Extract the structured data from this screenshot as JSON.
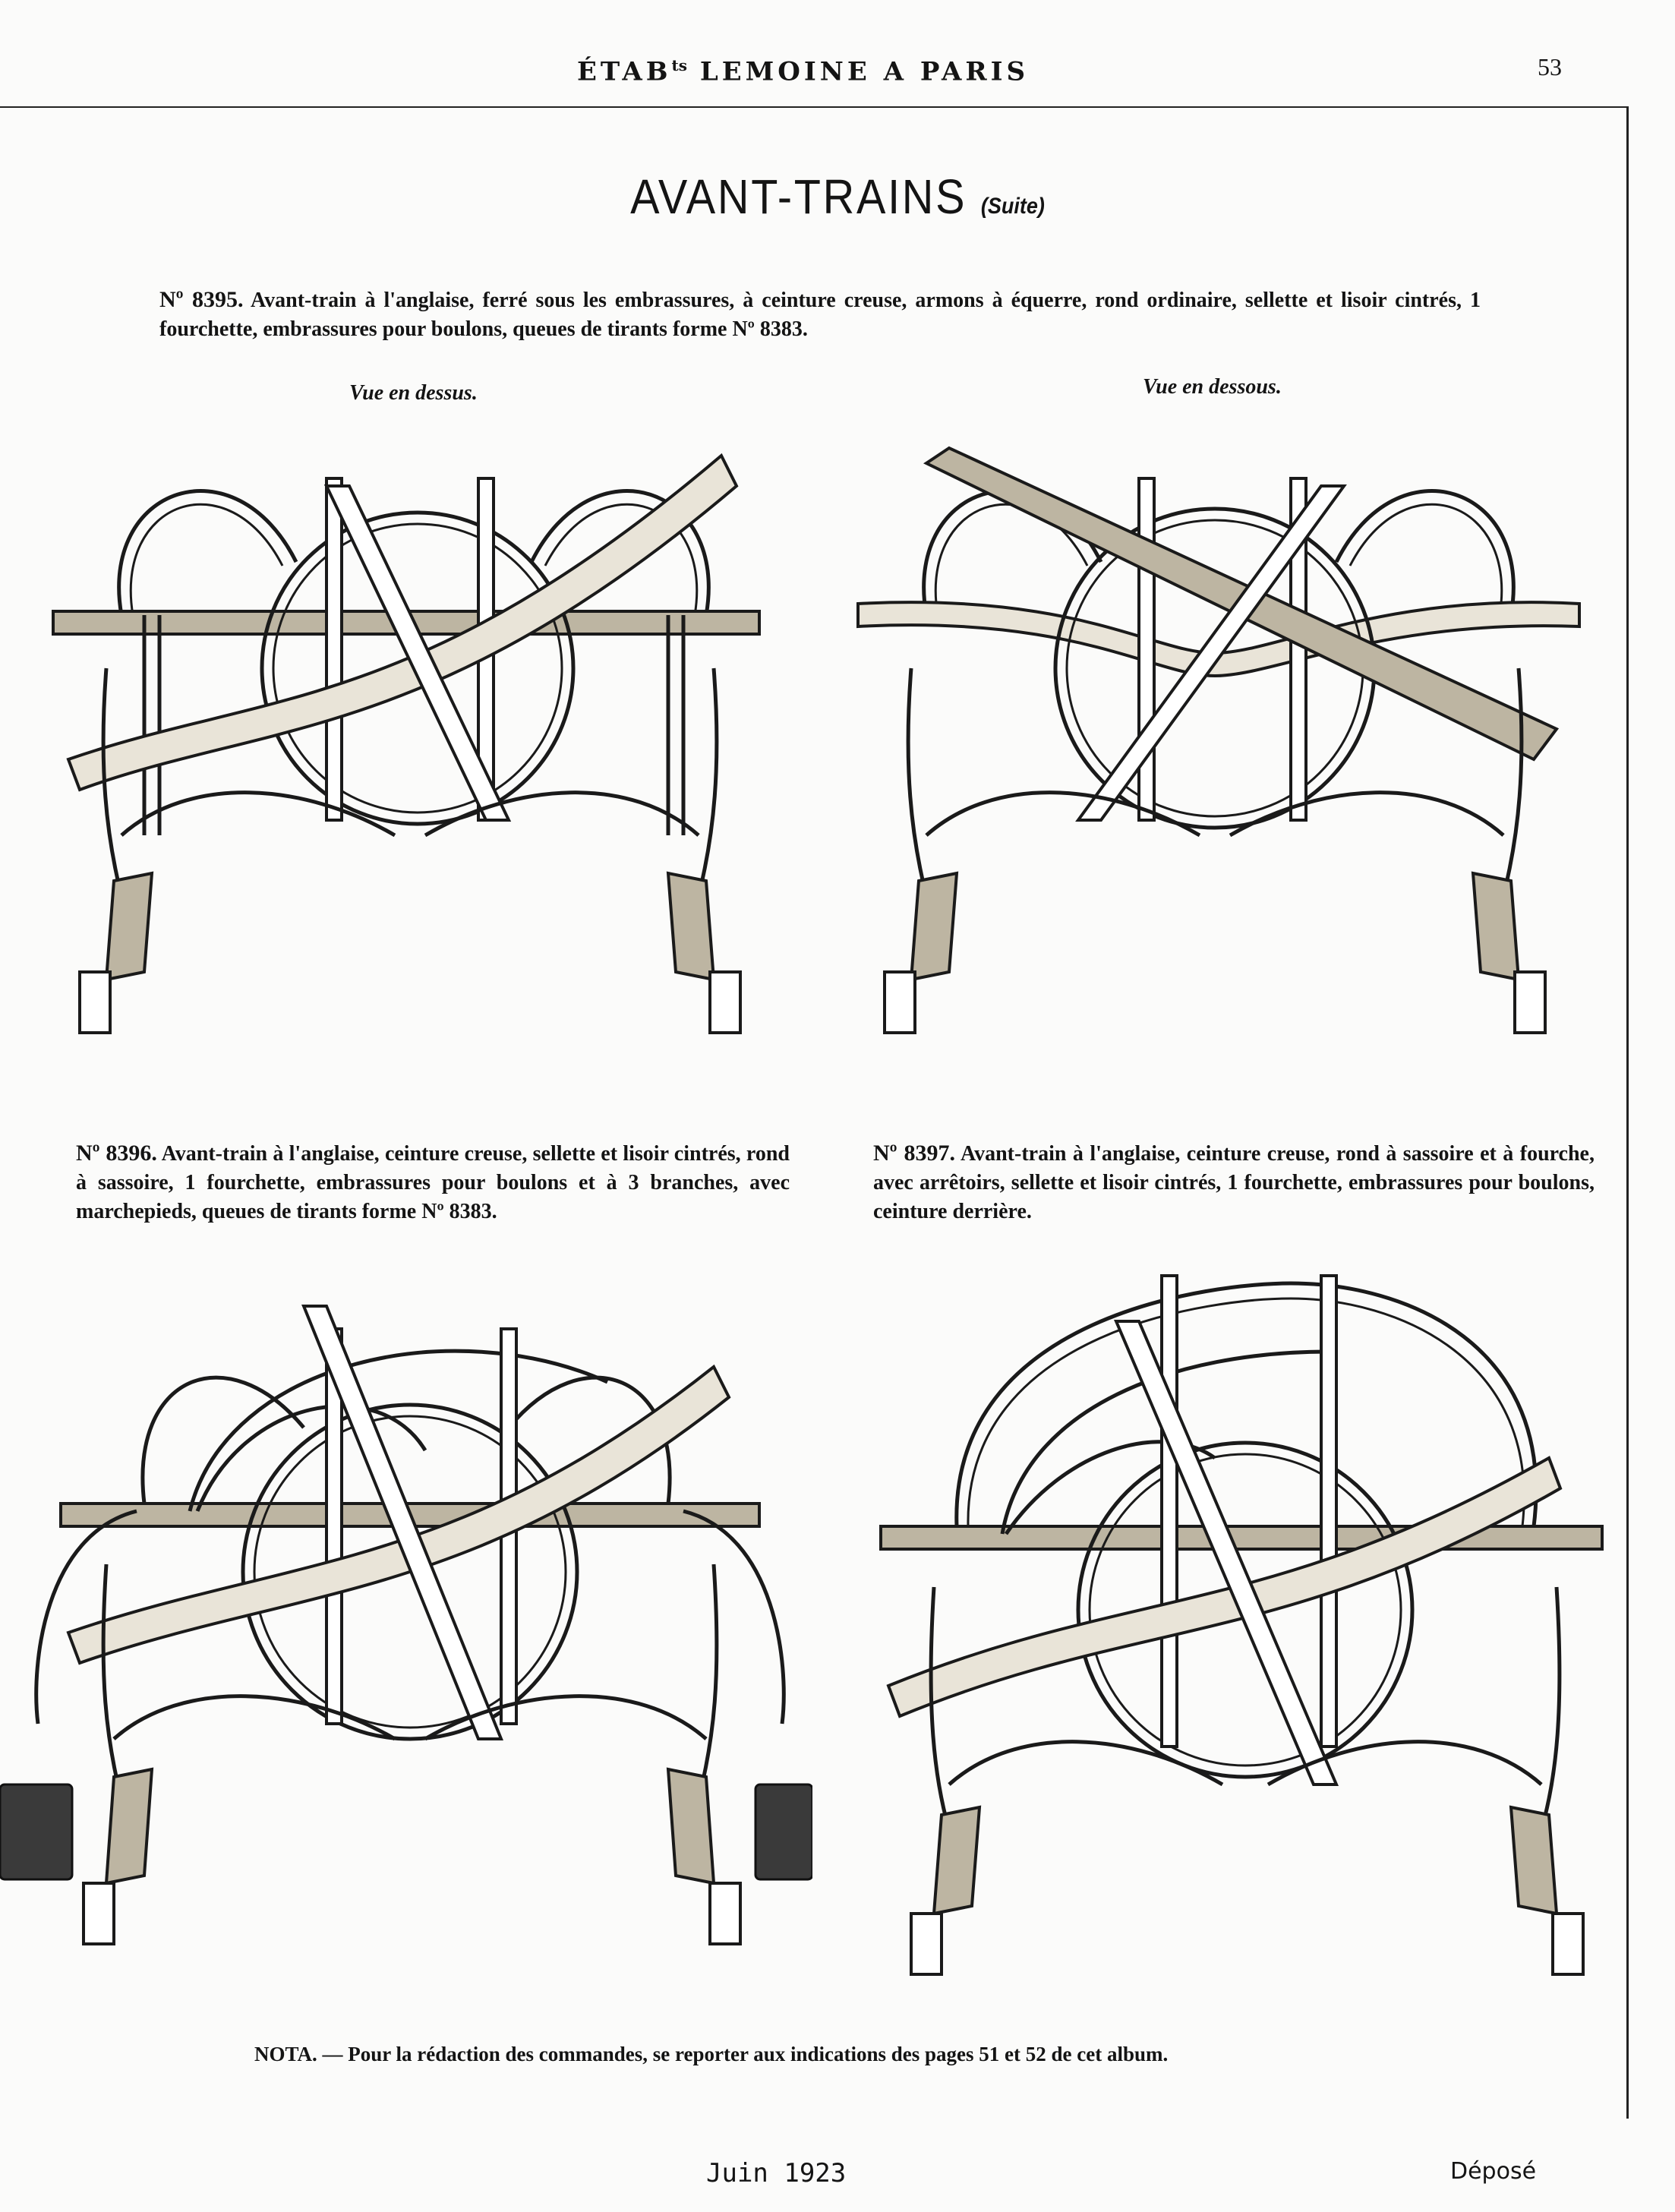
{
  "header": {
    "establishment": "ÉTAB",
    "establishment_sup": "ts",
    "city": "LEMOINE A PARIS",
    "page_number": "53"
  },
  "title": {
    "main": "AVANT-TRAINS",
    "suite": "(Suite)"
  },
  "items": [
    {
      "number": "Nº 8395.",
      "text": "Avant-train à l'anglaise, ferré sous les embrassures, à ceinture creuse, armons à équerre, rond ordinaire, sellette et lisoir cintrés, 1 fourchette, embrassures pour boulons, queues de tirants forme Nº 8383.",
      "captions": [
        "Vue en dessus.",
        "Vue en dessous."
      ]
    },
    {
      "number": "Nº 8396.",
      "text": "Avant-train à l'anglaise, ceinture creuse, sellette et lisoir cintrés, rond à sassoire, 1 fourchette, embrassures pour boulons et à 3 branches, avec marchepieds, queues de tirants forme Nº 8383."
    },
    {
      "number": "Nº 8397.",
      "text": "Avant-train à l'anglaise, ceinture creuse, rond à sassoire et à fourche, avec arrêtoirs, sellette et lisoir cintrés, 1 fourchette, embrassures pour boulons, ceinture derrière."
    }
  ],
  "nota": {
    "label": "NOTA.",
    "text": "— Pour la rédaction des commandes, se reporter aux indications des pages 51 et 52 de cet album."
  },
  "footer": {
    "date": "Juin 1923",
    "mark": "Déposé"
  }
}
